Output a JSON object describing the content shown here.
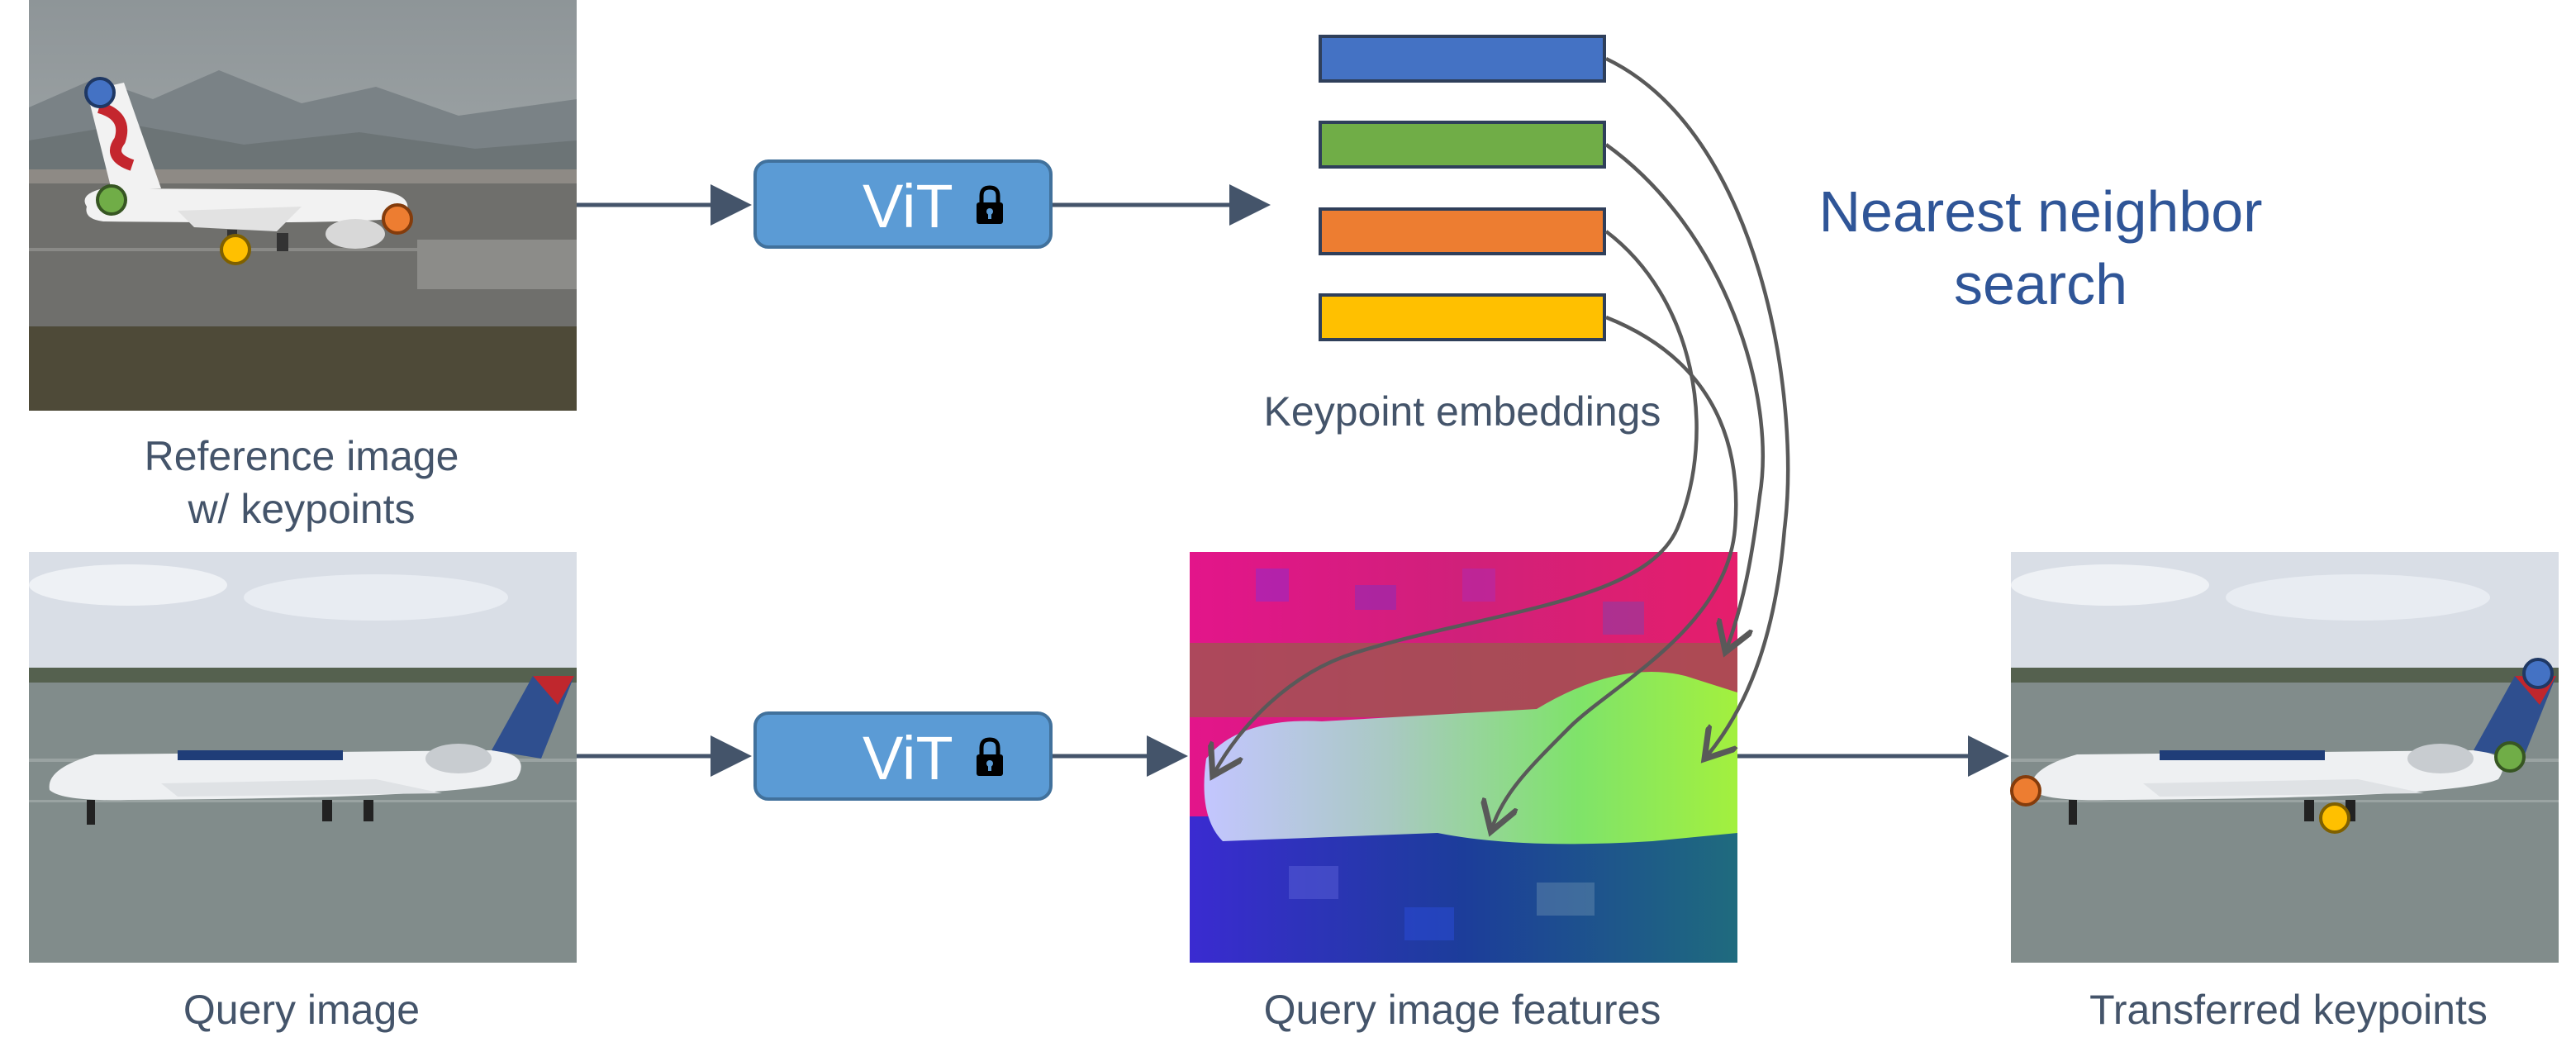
{
  "reference": {
    "label_line1": "Reference image",
    "label_line2": "w/ keypoints"
  },
  "query": {
    "label": "Query image"
  },
  "encoders": [
    {
      "label": "ViT",
      "frozen_icon": "lock-icon"
    },
    {
      "label": "ViT",
      "frozen_icon": "lock-icon"
    }
  ],
  "embeddings": {
    "label": "Keypoint embeddings",
    "colors": [
      "#4472c4",
      "#70ad47",
      "#ed7d31",
      "#ffc000"
    ]
  },
  "search": {
    "line1": "Nearest neighbor",
    "line2": "search"
  },
  "features": {
    "label": "Query image features"
  },
  "output": {
    "label": "Transferred keypoints"
  },
  "colors": {
    "vit_fill": "#5b9bd5",
    "arrow": "#44546a",
    "curve": "#595959",
    "text": "#44546a",
    "accent_text": "#2f5597"
  }
}
